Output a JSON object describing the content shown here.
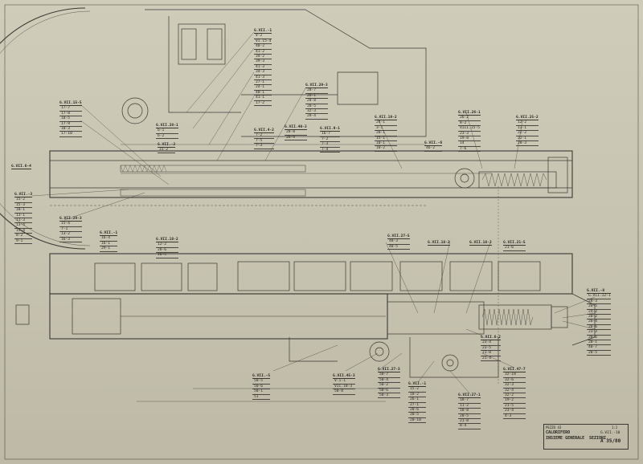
{
  "title_block": {
    "line1": "PEZZO 43",
    "line2": "CALORIFERO",
    "line3": "INSIEME GENERALE",
    "line4": "SEZIONI",
    "scale": "1:2",
    "sheet_code": "G.VII.-10",
    "drawing_number": "A 35/80"
  },
  "side_label": "G.VII.6-4",
  "callouts": [
    {
      "id": "c1",
      "header": "G.VII.-1",
      "rows": [
        "V-2",
        "VI.15-4",
        "40-2",
        "41-2",
        "34-2",
        "39-3",
        "41-3",
        "34-3",
        "41-3",
        "27-1",
        "24-1",
        "40-1",
        "41-1",
        "17-2"
      ]
    },
    {
      "id": "c2",
      "header": "G.VII.15-5",
      "rows": [
        "17-7",
        "17-8",
        "18-5",
        "17-9",
        "18-3",
        "17-10"
      ]
    },
    {
      "id": "c3",
      "header": "G.VII.28-1",
      "rows": [
        "6-1",
        "6-2"
      ]
    },
    {
      "id": "c4",
      "header": "G.VII.-3",
      "rows": [
        "31-2"
      ]
    },
    {
      "id": "c5",
      "header": "G.VII.4-2",
      "rows": [
        "7-2",
        "7-5",
        "7-3"
      ]
    },
    {
      "id": "c6",
      "header": "G.VII.29-3",
      "rows": [
        "28-7",
        "28-1",
        "28-8",
        "28-5",
        "32-3",
        "28-4"
      ]
    },
    {
      "id": "c7",
      "header": "G.VII.40-3",
      "rows": [
        "28-8",
        "28-9"
      ]
    },
    {
      "id": "c8",
      "header": "G.VII.9-1",
      "rows": [
        "16-7",
        "7-2",
        "7-3",
        "7-4"
      ]
    },
    {
      "id": "c9",
      "header": "G.VII.19-2",
      "rows": [
        "24-1",
        "3-1",
        "20-1",
        "15-1",
        "10-1",
        "10-2"
      ]
    },
    {
      "id": "c10",
      "header": "G.VII.-6",
      "rows": [
        "46-2"
      ]
    },
    {
      "id": "c11",
      "header": "G.VII.26-1",
      "rows": [
        "26-2",
        "8-2",
        "VIII.15-5",
        "23-3",
        "19-8",
        "14",
        "7-6"
      ]
    },
    {
      "id": "c12",
      "header": "G.VII.25-2",
      "rows": [
        "12-2",
        "13-1",
        "22-2",
        "22-1",
        "28-3"
      ]
    },
    {
      "id": "c13",
      "header": "G.VII.-3",
      "rows": [
        "15-2",
        "15-3",
        "18-1",
        "13-1",
        "11-3",
        "13-4",
        "15-4",
        "8-2",
        "9-1"
      ]
    },
    {
      "id": "c14",
      "header": "G.VII.29-3",
      "rows": [
        "15-4",
        "7-1",
        "13-2",
        "16-3"
      ]
    },
    {
      "id": "c15",
      "header": "G.VII.-1",
      "rows": [
        "16-4",
        "16-1",
        "29-1"
      ]
    },
    {
      "id": "c16",
      "header": "G.VII.18-2",
      "rows": [
        "12-2",
        "28-6",
        "16-5"
      ]
    },
    {
      "id": "c17",
      "header": "G.VII.27-5",
      "rows": [
        "48-3",
        "48-5"
      ]
    },
    {
      "id": "c18",
      "header": "G.VII.18-2",
      "rows": []
    },
    {
      "id": "c19",
      "header": "G.VII.18-3",
      "rows": []
    },
    {
      "id": "c20",
      "header": "G.VII.21-5",
      "rows": [
        "21-6"
      ]
    },
    {
      "id": "c21",
      "header": "G.VII.-5",
      "rows": [
        "50-5",
        "50-6",
        "50-1",
        "51"
      ]
    },
    {
      "id": "c22",
      "header": "G.VII.45-3",
      "rows": [
        "V-1-1",
        "VII.18-3",
        "50-8"
      ]
    },
    {
      "id": "c23",
      "header": "G.VII.27-3",
      "rows": [
        "50-7",
        "50-4",
        "50-2",
        "50-6",
        "50-3"
      ]
    },
    {
      "id": "c24",
      "header": "G.VII.-1",
      "rows": [
        "15-2",
        "18-2",
        "26-1",
        "27-1",
        "20-6",
        "20-5",
        "20-10"
      ]
    },
    {
      "id": "c25",
      "header": "G.VII.6-2",
      "rows": [
        "23-4",
        "23-5",
        "21-8",
        "21-4"
      ]
    },
    {
      "id": "c26",
      "header": "G.VII.27-1",
      "rows": [
        "18-7",
        "11-2",
        "18-8",
        "20-5",
        "21-8",
        "8-4"
      ]
    },
    {
      "id": "c27",
      "header": "G.VII.47-7",
      "rows": [
        "32-18",
        "32-6",
        "32-3",
        "32-4",
        "32-2",
        "19-2",
        "21-5",
        "23-4",
        "4-3"
      ]
    },
    {
      "id": "c28",
      "header": "G.VII.-8",
      "rows": [
        "G.VII.12-1",
        "28-3",
        "20-5",
        "24-2",
        "20-2",
        "20-4",
        "20-6",
        "23-3",
        "20-6",
        "20-1",
        "40-7",
        "28-5"
      ]
    }
  ]
}
